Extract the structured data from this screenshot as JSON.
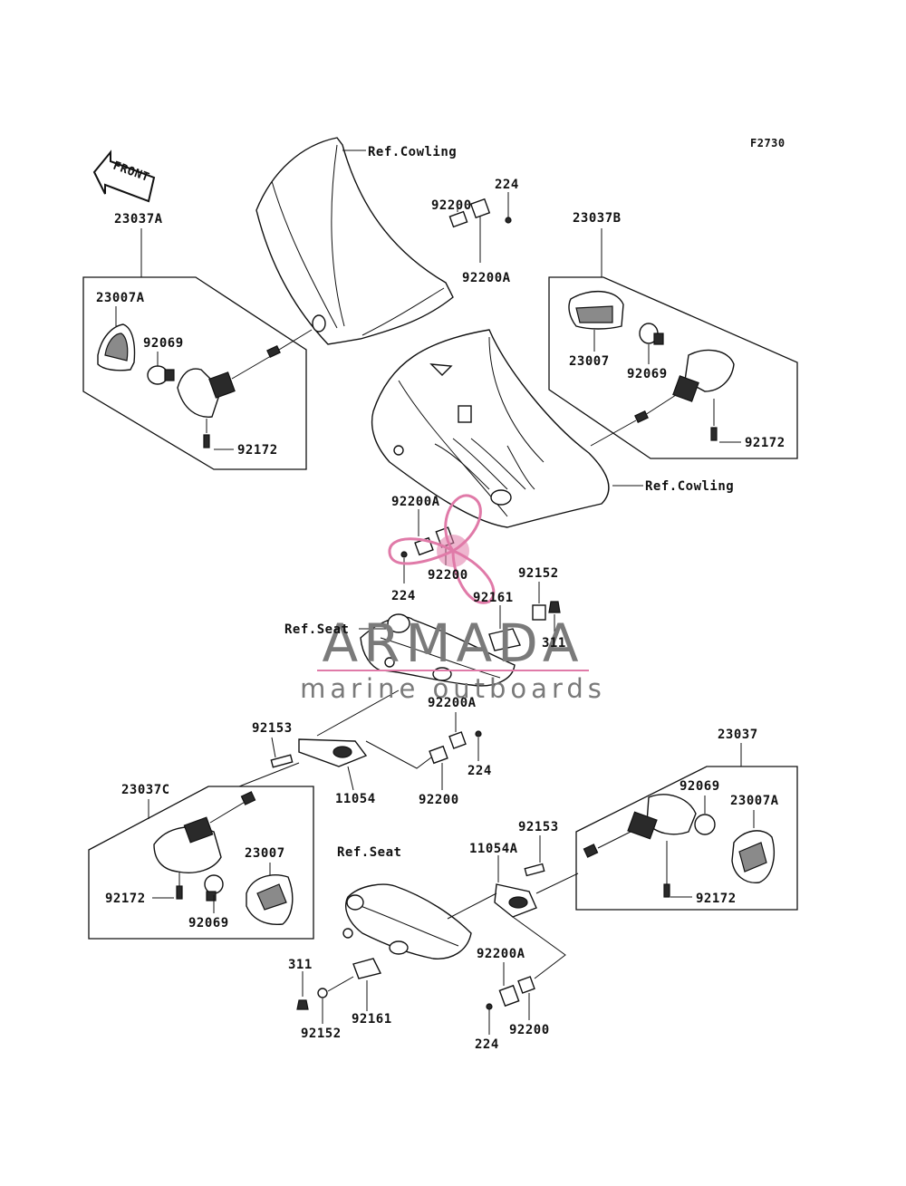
{
  "figure_code": "F2730",
  "front_arrow_label": "FRONT",
  "labels": {
    "ref_cowling_top": "Ref.Cowling",
    "ref_cowling_right": "Ref.Cowling",
    "ref_seat_upper": "Ref.Seat",
    "ref_seat_lower": "Ref.Seat",
    "p_23037A": "23037A",
    "p_23007A_left": "23007A",
    "p_92069_left": "92069",
    "p_92172_left": "92172",
    "p_92200_top": "92200",
    "p_224_top": "224",
    "p_92200A_top": "92200A",
    "p_23037B": "23037B",
    "p_23007_right": "23007",
    "p_92069_right": "92069",
    "p_92172_right": "92172",
    "p_92200A_mid": "92200A",
    "p_92200_mid": "92200",
    "p_224_mid": "224",
    "p_92152_mid": "92152",
    "p_92161_mid": "92161",
    "p_311_mid": "311",
    "p_92153_left": "92153",
    "p_11054": "11054",
    "p_92200A_low": "92200A",
    "p_224_low": "224",
    "p_92200_low": "92200",
    "p_23037C": "23037C",
    "p_23007_lowleft": "23007",
    "p_92172_lowleft": "92172",
    "p_92069_lowleft": "92069",
    "p_23037": "23037",
    "p_92069_lowright": "92069",
    "p_23007A_lowright": "23007A",
    "p_92172_lowright": "92172",
    "p_92153_right": "92153",
    "p_11054A": "11054A",
    "p_311_low": "311",
    "p_92152_low": "92152",
    "p_92161_low": "92161",
    "p_92200A_bottom": "92200A",
    "p_224_bottom": "224",
    "p_92200_bottom": "92200"
  },
  "watermark": {
    "word": "ARMADA",
    "subtitle": "marine outboards",
    "accent_color": "#e07aa8",
    "text_color": "#7a7a7a"
  }
}
